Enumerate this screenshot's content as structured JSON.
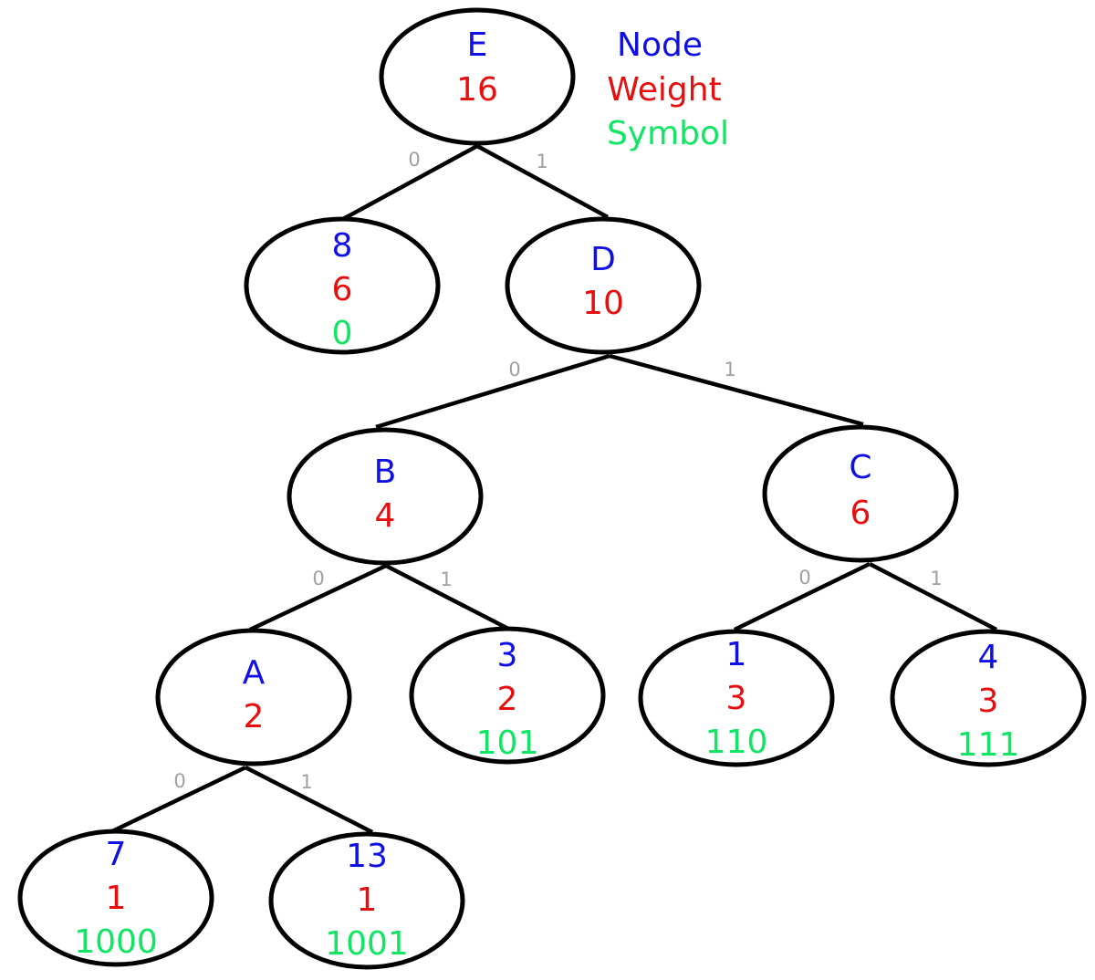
{
  "colors": {
    "node": "#1010e6",
    "weight": "#e60f10",
    "symbol": "#10e664",
    "edge_label": "#a0a0a0",
    "outline": "#000000"
  },
  "legend": {
    "node": "Node",
    "weight": "Weight",
    "symbol": "Symbol"
  },
  "nodes": [
    {
      "id": "E",
      "node": "E",
      "weight": "16",
      "symbol": ""
    },
    {
      "id": "n8",
      "node": "8",
      "weight": "6",
      "symbol": "0"
    },
    {
      "id": "D",
      "node": "D",
      "weight": "10",
      "symbol": ""
    },
    {
      "id": "B",
      "node": "B",
      "weight": "4",
      "symbol": ""
    },
    {
      "id": "C",
      "node": "C",
      "weight": "6",
      "symbol": ""
    },
    {
      "id": "A",
      "node": "A",
      "weight": "2",
      "symbol": ""
    },
    {
      "id": "n3",
      "node": "3",
      "weight": "2",
      "symbol": "101"
    },
    {
      "id": "n1",
      "node": "1",
      "weight": "3",
      "symbol": "110"
    },
    {
      "id": "n4",
      "node": "4",
      "weight": "3",
      "symbol": "111"
    },
    {
      "id": "n7",
      "node": "7",
      "weight": "1",
      "symbol": "1000"
    },
    {
      "id": "n13",
      "node": "13",
      "weight": "1",
      "symbol": "1001"
    }
  ],
  "edges": [
    {
      "from": "E",
      "to": "n8",
      "bit": "0"
    },
    {
      "from": "E",
      "to": "D",
      "bit": "1"
    },
    {
      "from": "D",
      "to": "B",
      "bit": "0"
    },
    {
      "from": "D",
      "to": "C",
      "bit": "1"
    },
    {
      "from": "B",
      "to": "A",
      "bit": "0"
    },
    {
      "from": "B",
      "to": "n3",
      "bit": "1"
    },
    {
      "from": "C",
      "to": "n1",
      "bit": "0"
    },
    {
      "from": "C",
      "to": "n4",
      "bit": "1"
    },
    {
      "from": "A",
      "to": "n7",
      "bit": "0"
    },
    {
      "from": "A",
      "to": "n13",
      "bit": "1"
    }
  ]
}
